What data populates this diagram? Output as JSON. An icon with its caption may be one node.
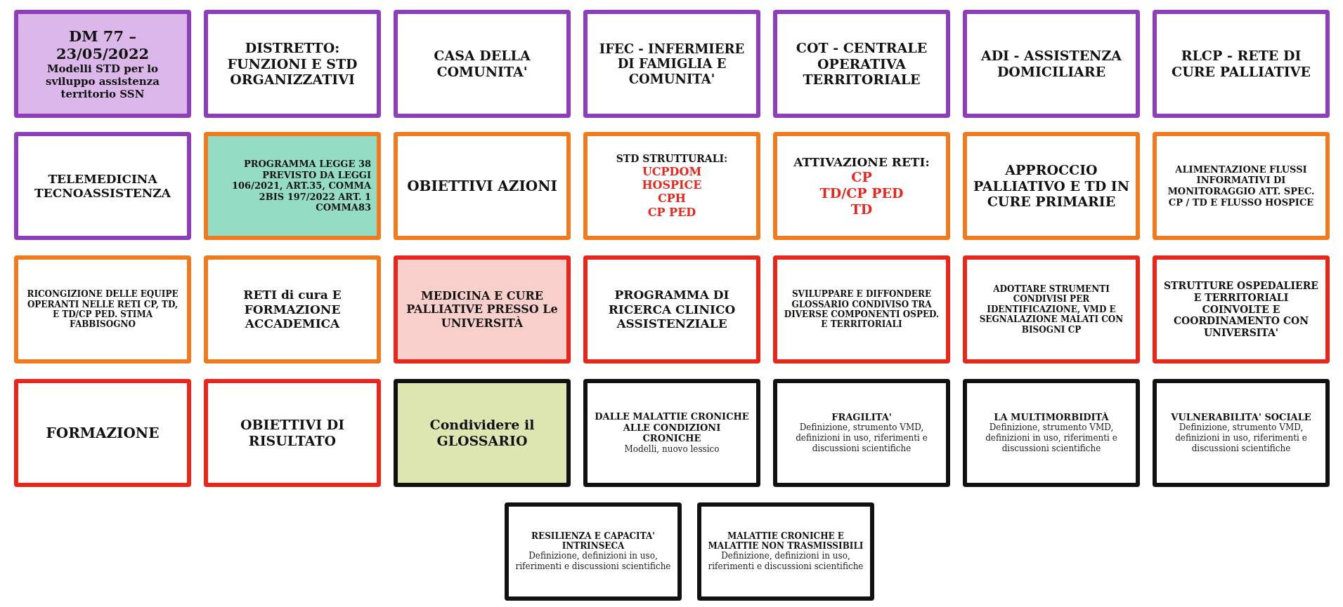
{
  "diagram": {
    "nodes": [
      {
        "text": [
          "DM 77 – 23/05/2022",
          "Modelli STD per lo sviluppo assistenza territorio SSN"
        ]
      },
      {
        "text": [
          "DISTRETTO: FUNZIONI E STD ORGANIZZATIVI"
        ]
      },
      {
        "text": [
          "CASA DELLA COMUNITA'"
        ]
      },
      {
        "text": [
          "IFEC - INFERMIERE DI FAMIGLIA E COMUNITA'"
        ]
      },
      {
        "text": [
          "COT - CENTRALE OPERATIVA TERRITORIALE"
        ]
      },
      {
        "text": [
          "ADI - ASSISTENZA DOMICILIARE"
        ]
      },
      {
        "text": [
          "RLCP - RETE DI CURE PALLIATIVE"
        ]
      },
      {
        "text": [
          "TELEMEDICINA TECNOASSISTENZA"
        ]
      },
      {
        "text": [
          "PROGRAMMA LEGGE 38 PREVISTO DA LEGGI 106/2021, ART.35, COMMA 2BIS 197/2022 ART. 1 COMMA83"
        ]
      },
      {
        "text": [
          "OBIETTIVI AZIONI"
        ]
      },
      {
        "text": [
          "STD STRUTTURALI:",
          "UCPDOM",
          "HOSPICE",
          "CPH",
          "CP PED"
        ]
      },
      {
        "text": [
          "ATTIVAZIONE RETI:",
          "CP",
          "TD/CP PED",
          "TD"
        ]
      },
      {
        "text": [
          "APPROCCIO PALLIATIVO E TD IN CURE PRIMARIE"
        ]
      },
      {
        "text": [
          "ALIMENTAZIONE FLUSSI INFORMATIVI DI MONITORAGGIO ATT. SPEC. CP / TD E FLUSSO HOSPICE"
        ]
      },
      {
        "text": [
          "RICONGIZIONE DELLE EQUIPE OPERANTI NELLE RETI CP, TD, E TD/CP PED. STIMA FABBISOGNO"
        ]
      },
      {
        "text": [
          "RETI di cura E FORMAZIONE ACCADEMICA"
        ]
      },
      {
        "text": [
          "MEDICINA E CURE PALLIATIVE PRESSO Le UNIVERSITÀ"
        ]
      },
      {
        "text": [
          "PROGRAMMA DI RICERCA CLINICO ASSISTENZIALE"
        ]
      },
      {
        "text": [
          "SVILUPPARE E DIFFONDERE GLOSSARIO CONDIVISO TRA DIVERSE COMPONENTI OSPED. E TERRITORIALI"
        ]
      },
      {
        "text": [
          "ADOTTARE STRUMENTI CONDIVISI PER IDENTIFICAZIONE, VMD E SEGNALAZIONE MALATI CON BISOGNI CP"
        ]
      },
      {
        "text": [
          "STRUTTURE OSPEDALIERE E TERRITORIALI COINVOLTE E COORDINAMENTO CON UNIVERSITA'"
        ]
      },
      {
        "text": [
          "FORMAZIONE"
        ]
      },
      {
        "text": [
          "OBIETTIVI DI RISULTATO"
        ]
      },
      {
        "text": [
          "Condividere il GLOSSARIO"
        ]
      },
      {
        "text": [
          "DALLE MALATTIE CRONICHE ALLE CONDIZIONI CRONICHE",
          "Modelli, nuovo lessico"
        ]
      },
      {
        "text": [
          "FRAGILITA'",
          "Definizione, strumento VMD, definizioni in uso, riferimenti e discussioni scientifiche"
        ]
      },
      {
        "text": [
          "LA MULTIMORBIDITÀ",
          "Definizione, strumento VMD, definizioni in uso, riferimenti e discussioni scientifiche"
        ]
      },
      {
        "text": [
          "VULNERABILITA' SOCIALE",
          "Definizione, strumento VMD, definizioni in uso, riferimenti e discussioni scientifiche"
        ]
      },
      {
        "text": [
          "RESILIENZA E CAPACITA' INTRINSECA",
          "Definizione, definizioni in uso, riferimenti e discussioni scientifiche"
        ]
      },
      {
        "text": [
          "MALATTIE CRONICHE E MALATTIE NON TRASMISSIBILI",
          "Definizione, definizioni in uso, riferimenti e discussioni scientifiche"
        ]
      }
    ]
  }
}
